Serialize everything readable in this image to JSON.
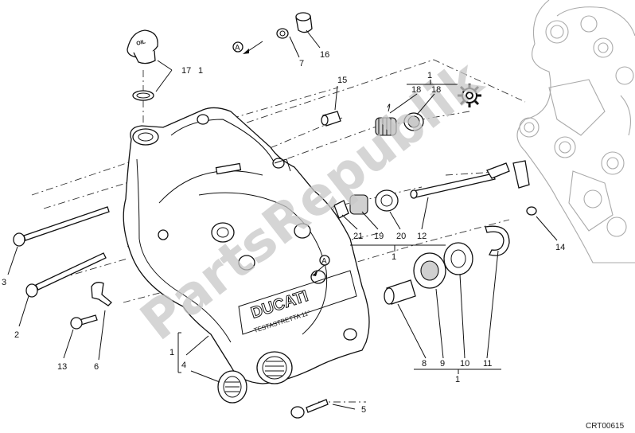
{
  "diagram": {
    "drawing_code": "CRT00615",
    "watermark": "PartsRepublik",
    "cover_brand": "DUCATI",
    "cover_subtext": "TESTASTRETTA 11°",
    "oil_cap_text": "OIL",
    "reference_marker": "A",
    "group_label": "1",
    "callouts": [
      {
        "id": "c1a",
        "text": "1"
      },
      {
        "id": "c1b",
        "text": "1"
      },
      {
        "id": "c1c",
        "text": "1"
      },
      {
        "id": "c1d",
        "text": "1"
      },
      {
        "id": "c1e",
        "text": "1"
      },
      {
        "id": "c2",
        "text": "2"
      },
      {
        "id": "c3",
        "text": "3"
      },
      {
        "id": "c4",
        "text": "4"
      },
      {
        "id": "c5",
        "text": "5"
      },
      {
        "id": "c6",
        "text": "6"
      },
      {
        "id": "c7",
        "text": "7"
      },
      {
        "id": "c8",
        "text": "8"
      },
      {
        "id": "c9",
        "text": "9"
      },
      {
        "id": "c10",
        "text": "10"
      },
      {
        "id": "c11",
        "text": "11"
      },
      {
        "id": "c12",
        "text": "12"
      },
      {
        "id": "c13",
        "text": "13"
      },
      {
        "id": "c14",
        "text": "14"
      },
      {
        "id": "c15",
        "text": "15"
      },
      {
        "id": "c16",
        "text": "16"
      },
      {
        "id": "c17",
        "text": "17"
      },
      {
        "id": "c18a",
        "text": "18"
      },
      {
        "id": "c18b",
        "text": "18"
      },
      {
        "id": "c19",
        "text": "19"
      },
      {
        "id": "c20",
        "text": "20"
      },
      {
        "id": "c21",
        "text": "21"
      }
    ]
  }
}
